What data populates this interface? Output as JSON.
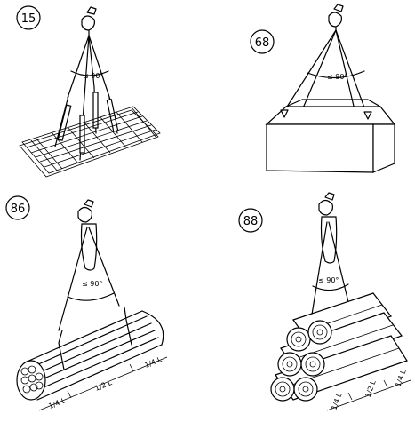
{
  "panels": [
    {
      "number": "15",
      "angle_label": "≤ 90°",
      "subject": "rebar mesh"
    },
    {
      "number": "68",
      "angle_label": "≤ 90°",
      "subject": "concrete block"
    },
    {
      "number": "86",
      "angle_label": "≤ 90°",
      "subject": "bundle of bars",
      "dimensions": [
        "1/4 L",
        "1/2 L",
        "1/4 L"
      ]
    },
    {
      "number": "88",
      "angle_label": "≤ 90°",
      "subject": "stacked coils",
      "dimensions": [
        "1/4 L",
        "1/2 L",
        "1/4 L"
      ]
    }
  ]
}
